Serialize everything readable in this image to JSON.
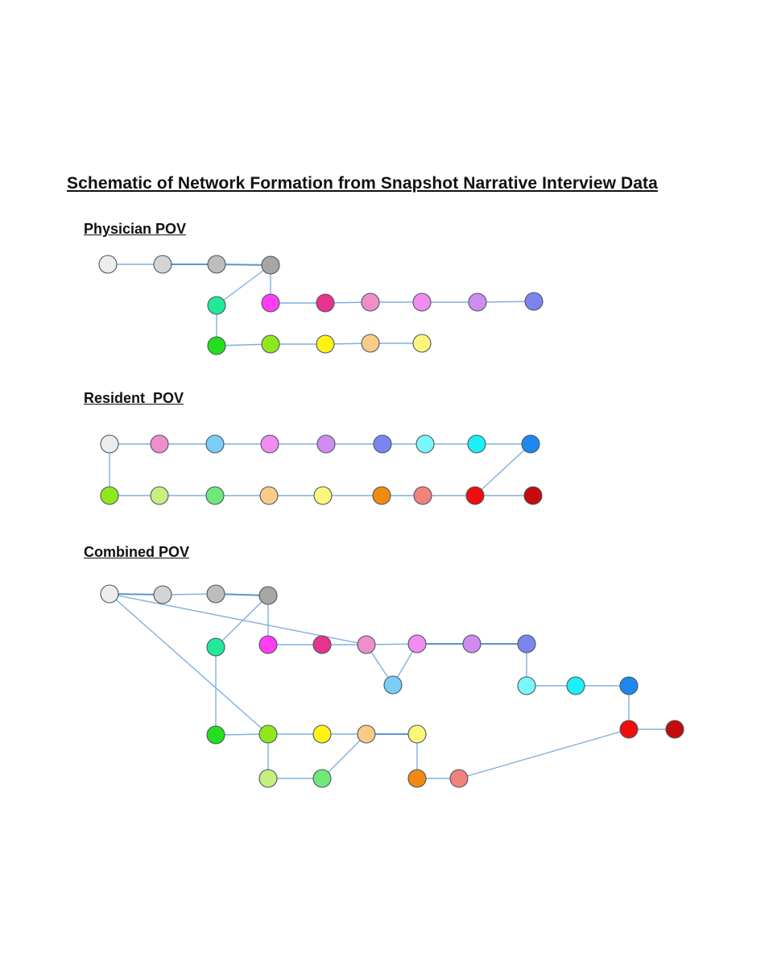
{
  "title": "Schematic of Network Formation from Snapshot Narrative Interview Data",
  "sections": {
    "physician": {
      "label": "Physician POV"
    },
    "resident": {
      "label": "Resident  POV"
    },
    "combined": {
      "label": "Combined POV"
    }
  },
  "colors": {
    "edge": "#7fb0de",
    "node_stroke": "#4a5560",
    "palette": [
      "#ececec",
      "#d4d4d4",
      "#bdbdbd",
      "#a6a6a6",
      "#23e89a",
      "#ff3df2",
      "#e8338c",
      "#f08ecb",
      "#f28cf0",
      "#cf8cf0",
      "#7b85f0",
      "#22e01d",
      "#8fe81d",
      "#fff314",
      "#fbcb86",
      "#fbf77a",
      "#f08ec8",
      "#79cdf7",
      "#7af7fa",
      "#1af0f5",
      "#1e88ef",
      "#c7ef7d",
      "#6fe87a",
      "#f28a10",
      "#f2827a",
      "#f00d0d",
      "#c50b0b"
    ]
  },
  "networks": {
    "physician": {
      "nodes": [
        "#ececec",
        "#d4d4d4",
        "#bdbdbd",
        "#a6a6a6",
        "#23e89a",
        "#ff3df2",
        "#e8338c",
        "#f08ecb",
        "#f28cf0",
        "#cf8cf0",
        "#7b85f0",
        "#22e01d",
        "#8fe81d",
        "#fff314",
        "#fbcb86",
        "#fbf77a"
      ],
      "edges": [
        [
          0,
          1
        ],
        [
          1,
          2
        ],
        [
          2,
          3
        ],
        [
          3,
          4
        ],
        [
          3,
          5
        ],
        [
          5,
          6
        ],
        [
          6,
          7
        ],
        [
          7,
          8
        ],
        [
          8,
          9
        ],
        [
          9,
          10
        ],
        [
          4,
          11
        ],
        [
          11,
          12
        ],
        [
          12,
          13
        ],
        [
          13,
          14
        ],
        [
          14,
          15
        ]
      ]
    },
    "resident": {
      "nodes": [
        "#ececec",
        "#f08ecb",
        "#79cdf7",
        "#f28cf0",
        "#cf8cf0",
        "#7b85f0",
        "#7af7fa",
        "#1af0f5",
        "#1e88ef",
        "#8fe81d",
        "#c7ef7d",
        "#6fe87a",
        "#fbcb86",
        "#fbf77a",
        "#f28a10",
        "#f2827a",
        "#f00d0d",
        "#c50b0b"
      ],
      "edges": [
        [
          0,
          1
        ],
        [
          1,
          2
        ],
        [
          2,
          3
        ],
        [
          3,
          4
        ],
        [
          4,
          5
        ],
        [
          5,
          6
        ],
        [
          6,
          7
        ],
        [
          7,
          8
        ],
        [
          0,
          9
        ],
        [
          9,
          10
        ],
        [
          10,
          11
        ],
        [
          11,
          12
        ],
        [
          12,
          13
        ],
        [
          13,
          14
        ],
        [
          14,
          15
        ],
        [
          15,
          16
        ],
        [
          16,
          17
        ],
        [
          8,
          16
        ]
      ]
    },
    "combined": {
      "nodes": [
        "#ececec",
        "#d4d4d4",
        "#bdbdbd",
        "#a6a6a6",
        "#23e89a",
        "#ff3df2",
        "#e8338c",
        "#f08ecb",
        "#f28cf0",
        "#cf8cf0",
        "#7b85f0",
        "#79cdf7",
        "#7af7fa",
        "#1af0f5",
        "#1e88ef",
        "#f00d0d",
        "#c50b0b",
        "#22e01d",
        "#8fe81d",
        "#fff314",
        "#fbcb86",
        "#fbf77a",
        "#c7ef7d",
        "#6fe87a",
        "#f28a10",
        "#f2827a"
      ],
      "edges": [
        [
          0,
          1
        ],
        [
          1,
          2
        ],
        [
          2,
          3
        ],
        [
          3,
          4
        ],
        [
          3,
          5
        ],
        [
          5,
          6
        ],
        [
          6,
          7
        ],
        [
          7,
          8
        ],
        [
          8,
          9
        ],
        [
          9,
          10
        ],
        [
          0,
          7
        ],
        [
          7,
          11
        ],
        [
          11,
          8
        ],
        [
          10,
          12
        ],
        [
          12,
          13
        ],
        [
          13,
          14
        ],
        [
          14,
          15
        ],
        [
          15,
          16
        ],
        [
          0,
          18
        ],
        [
          4,
          17
        ],
        [
          17,
          18
        ],
        [
          18,
          19
        ],
        [
          19,
          20
        ],
        [
          20,
          21
        ],
        [
          18,
          22
        ],
        [
          22,
          23
        ],
        [
          23,
          20
        ],
        [
          21,
          24
        ],
        [
          24,
          25
        ],
        [
          25,
          15
        ]
      ]
    }
  }
}
